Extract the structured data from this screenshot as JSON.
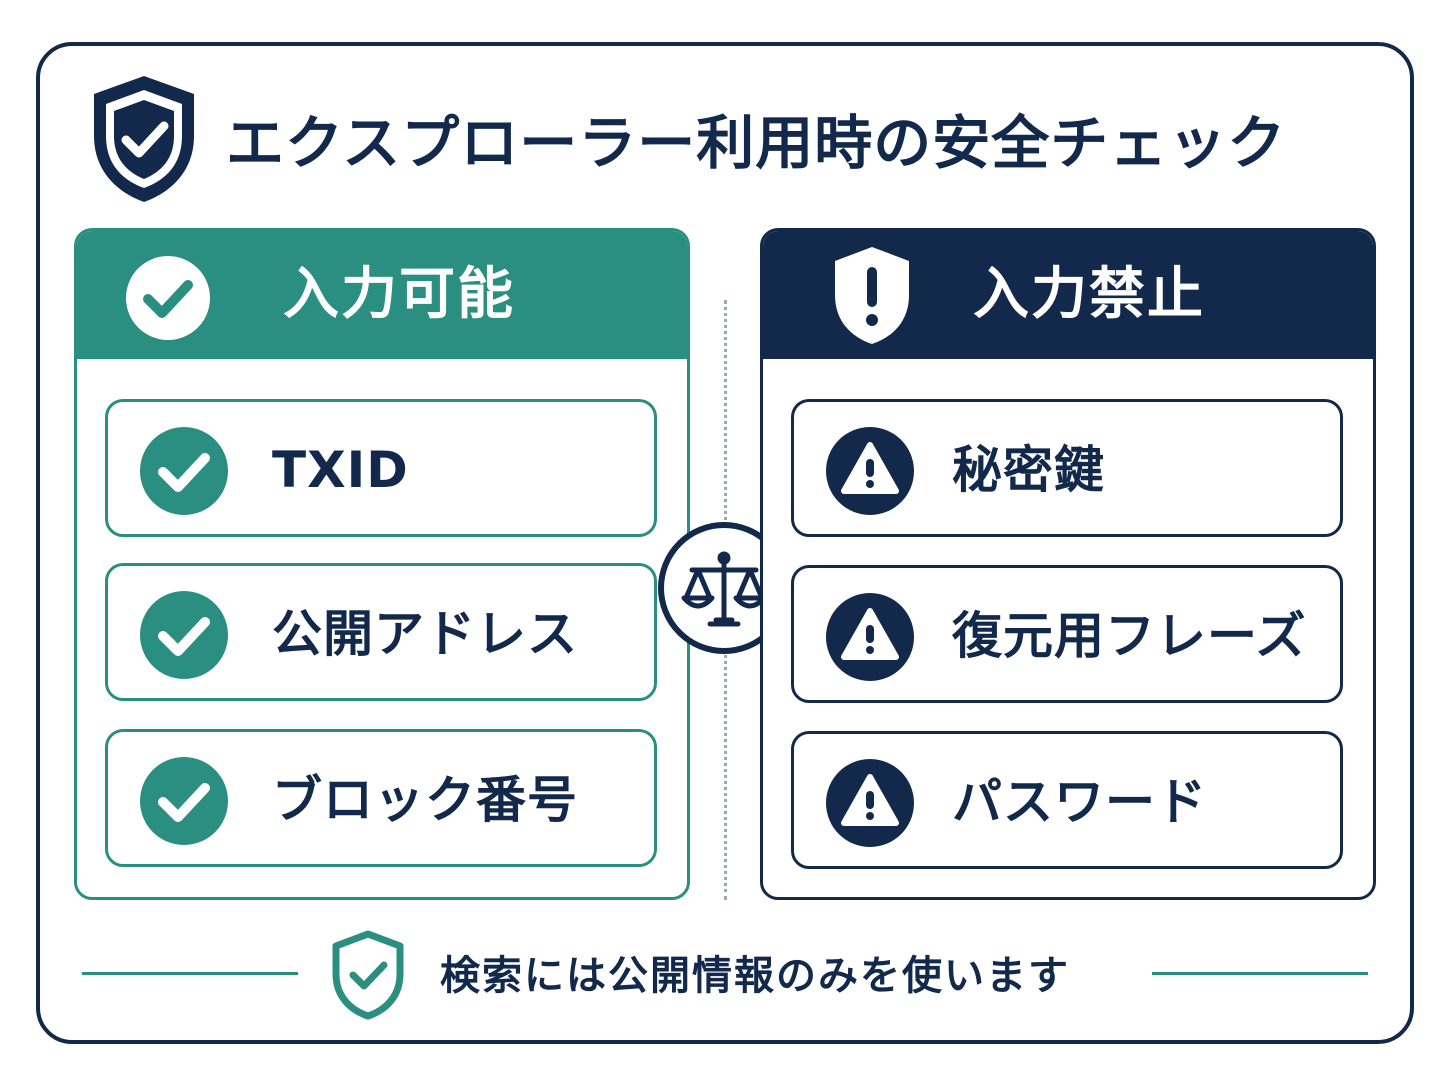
{
  "title": "エクスプローラー利用時の安全チェック",
  "colors": {
    "navy": "#13294b",
    "teal": "#2a8f80",
    "white": "#ffffff"
  },
  "allowed": {
    "heading": "入力可能",
    "icon": "check-circle-icon",
    "items": [
      {
        "label": "TXID",
        "icon": "check-circle-icon"
      },
      {
        "label": "公開アドレス",
        "icon": "check-circle-icon"
      },
      {
        "label": "ブロック番号",
        "icon": "check-circle-icon"
      }
    ]
  },
  "forbidden": {
    "heading": "入力禁止",
    "icon": "shield-exclamation-icon",
    "items": [
      {
        "label": "秘密鍵",
        "icon": "warning-triangle-icon"
      },
      {
        "label": "復元用フレーズ",
        "icon": "warning-triangle-icon"
      },
      {
        "label": "パスワード",
        "icon": "warning-triangle-icon"
      }
    ]
  },
  "center_icon": "scales-icon",
  "footer": {
    "note": "検索には公開情報のみを使います",
    "icon": "shield-check-icon"
  }
}
